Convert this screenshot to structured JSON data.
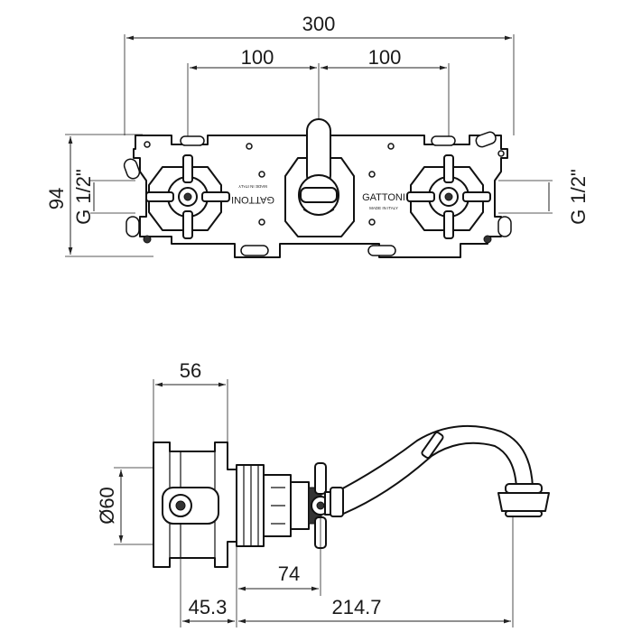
{
  "front_view": {
    "dim_total_width": "300",
    "dim_left_spacing": "100",
    "dim_right_spacing": "100",
    "dim_height": "94",
    "thread_left": "G 1/2\"",
    "thread_right": "G 1/2\"",
    "brand_left": "GATTONI",
    "brand_right": "GATTONI",
    "made_in_left": "MADE IN ITALY",
    "made_in_right": "MADE IN ITALY"
  },
  "side_view": {
    "dim_body_depth": "56",
    "dim_diameter": "Ø60",
    "dim_handle_offset": "74",
    "dim_wall_offset": "45.3",
    "dim_spout_reach": "214.7"
  }
}
